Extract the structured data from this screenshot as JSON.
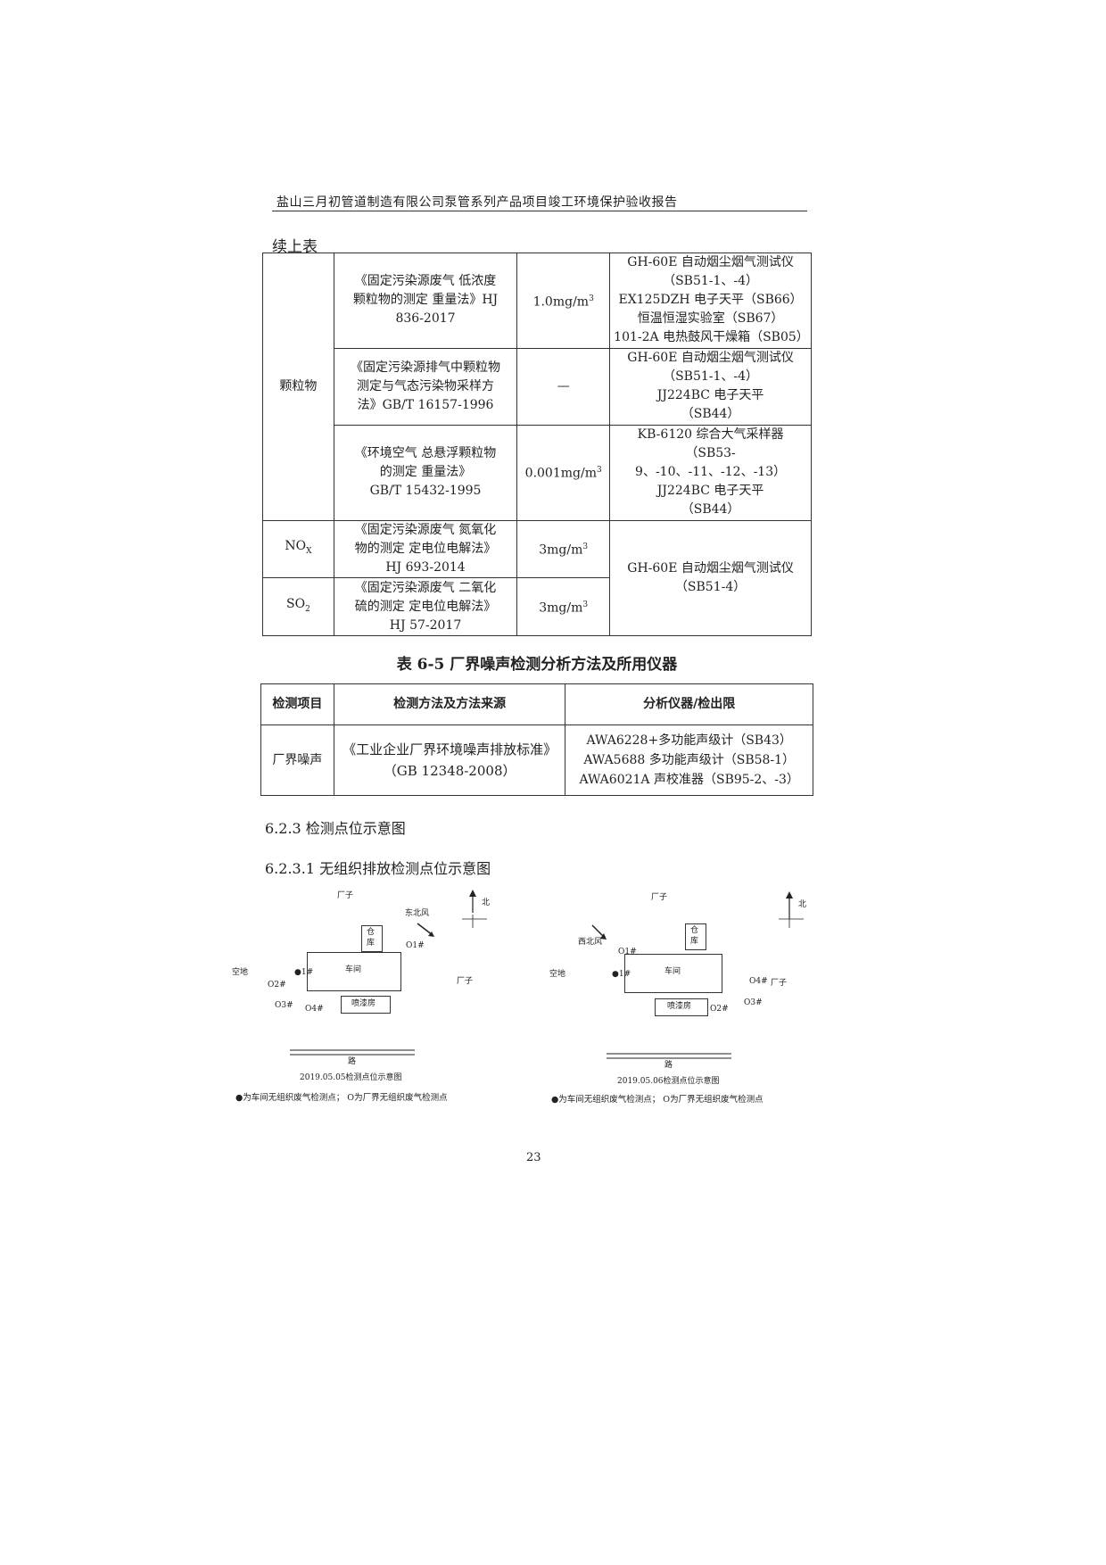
{
  "header": {
    "title": "盐山三月初管道制造有限公司泵管系列产品项目竣工环境保护验收报告"
  },
  "continued_label": "续上表",
  "table1": {
    "rows": {
      "pm": {
        "item": "颗粒物",
        "r1": {
          "method": [
            "《固定污染源废气 低浓度",
            "颗粒物的测定 重量法》HJ",
            "836-2017"
          ],
          "limit": "1.0mg/m",
          "limit_sup": "3",
          "inst": [
            "GH-60E 自动烟尘烟气测试仪",
            "（SB51-1、-4）",
            "EX125DZH 电子天平（SB66）",
            "恒温恒湿实验室（SB67）",
            "101-2A 电热鼓风干燥箱（SB05）"
          ]
        },
        "r2": {
          "method": [
            "《固定污染源排气中颗粒物",
            "测定与气态污染物采样方",
            "法》GB/T 16157-1996"
          ],
          "limit": "—",
          "inst": [
            "GH-60E 自动烟尘烟气测试仪",
            "（SB51-1、-4）",
            "JJ224BC 电子天平",
            "（SB44）"
          ]
        },
        "r3": {
          "method": [
            "《环境空气 总悬浮颗粒物",
            "的测定 重量法》",
            "GB/T 15432-1995"
          ],
          "limit": "0.001mg/m",
          "limit_sup": "3",
          "inst": [
            "KB-6120 综合大气采样器",
            "（SB53-9、-10、-11、-12、-13）",
            "JJ224BC 电子天平",
            "（SB44）"
          ]
        }
      },
      "nox": {
        "item": "NO",
        "item_sub": "X",
        "method": [
          "《固定污染源废气 氮氧化",
          "物的测定 定电位电解法》",
          "HJ 693-2014"
        ],
        "limit": "3mg/m",
        "limit_sup": "3"
      },
      "so2": {
        "item": "SO",
        "item_sub": "2",
        "method": [
          "《固定污染源废气 二氧化",
          "硫的测定 定电位电解法》",
          "HJ 57-2017"
        ],
        "limit": "3mg/m",
        "limit_sup": "3"
      },
      "shared_inst": [
        "GH-60E 自动烟尘烟气测试仪",
        "（SB51-4）"
      ]
    }
  },
  "table2": {
    "caption": "表 6-5    厂界噪声检测分析方法及所用仪器",
    "headers": [
      "检测项目",
      "检测方法及方法来源",
      "分析仪器/检出限"
    ],
    "row": {
      "item": "厂界噪声",
      "method": [
        "《工业企业厂界环境噪声排放标准》",
        "（GB 12348-2008）"
      ],
      "inst": [
        "AWA6228+多功能声级计（SB43）",
        "AWA5688 多功能声级计（SB58-1）",
        "AWA6021A 声校准器（SB95-2、-3）"
      ]
    }
  },
  "sections": {
    "s1": "6.2.3 检测点位示意图",
    "s2": "6.2.3.1 无组织排放检测点位示意图"
  },
  "diagram_a": {
    "north": "北",
    "factory_top": "厂子",
    "wind": "东北风",
    "warehouse": [
      "仓",
      "库"
    ],
    "p1": "O1#",
    "workshop": "车间",
    "empty": "空地",
    "p_in": "●1#",
    "factory_right": "厂子",
    "p2": "O2#",
    "p3": "O3#",
    "p4": "O4#",
    "paint": "喷漆房",
    "road": "路",
    "caption": "2019.05.05检测点位示意图",
    "legend": "●为车间无组织废气检测点； O为厂界无组织废气检测点"
  },
  "diagram_b": {
    "north": "北",
    "factory_top": "厂子",
    "wind": "西北风",
    "warehouse": [
      "仓",
      "库"
    ],
    "p1": "O1#",
    "workshop": "车间",
    "empty": "空地",
    "p_in": "●1#",
    "factory_right": "厂子",
    "p4": "O4#",
    "p3": "O3#",
    "p2": "O2#",
    "paint": "喷漆房",
    "road": "路",
    "caption": "2019.05.06检测点位示意图",
    "legend": "●为车间无组织废气检测点； O为厂界无组织废气检测点"
  },
  "page_number": "23"
}
